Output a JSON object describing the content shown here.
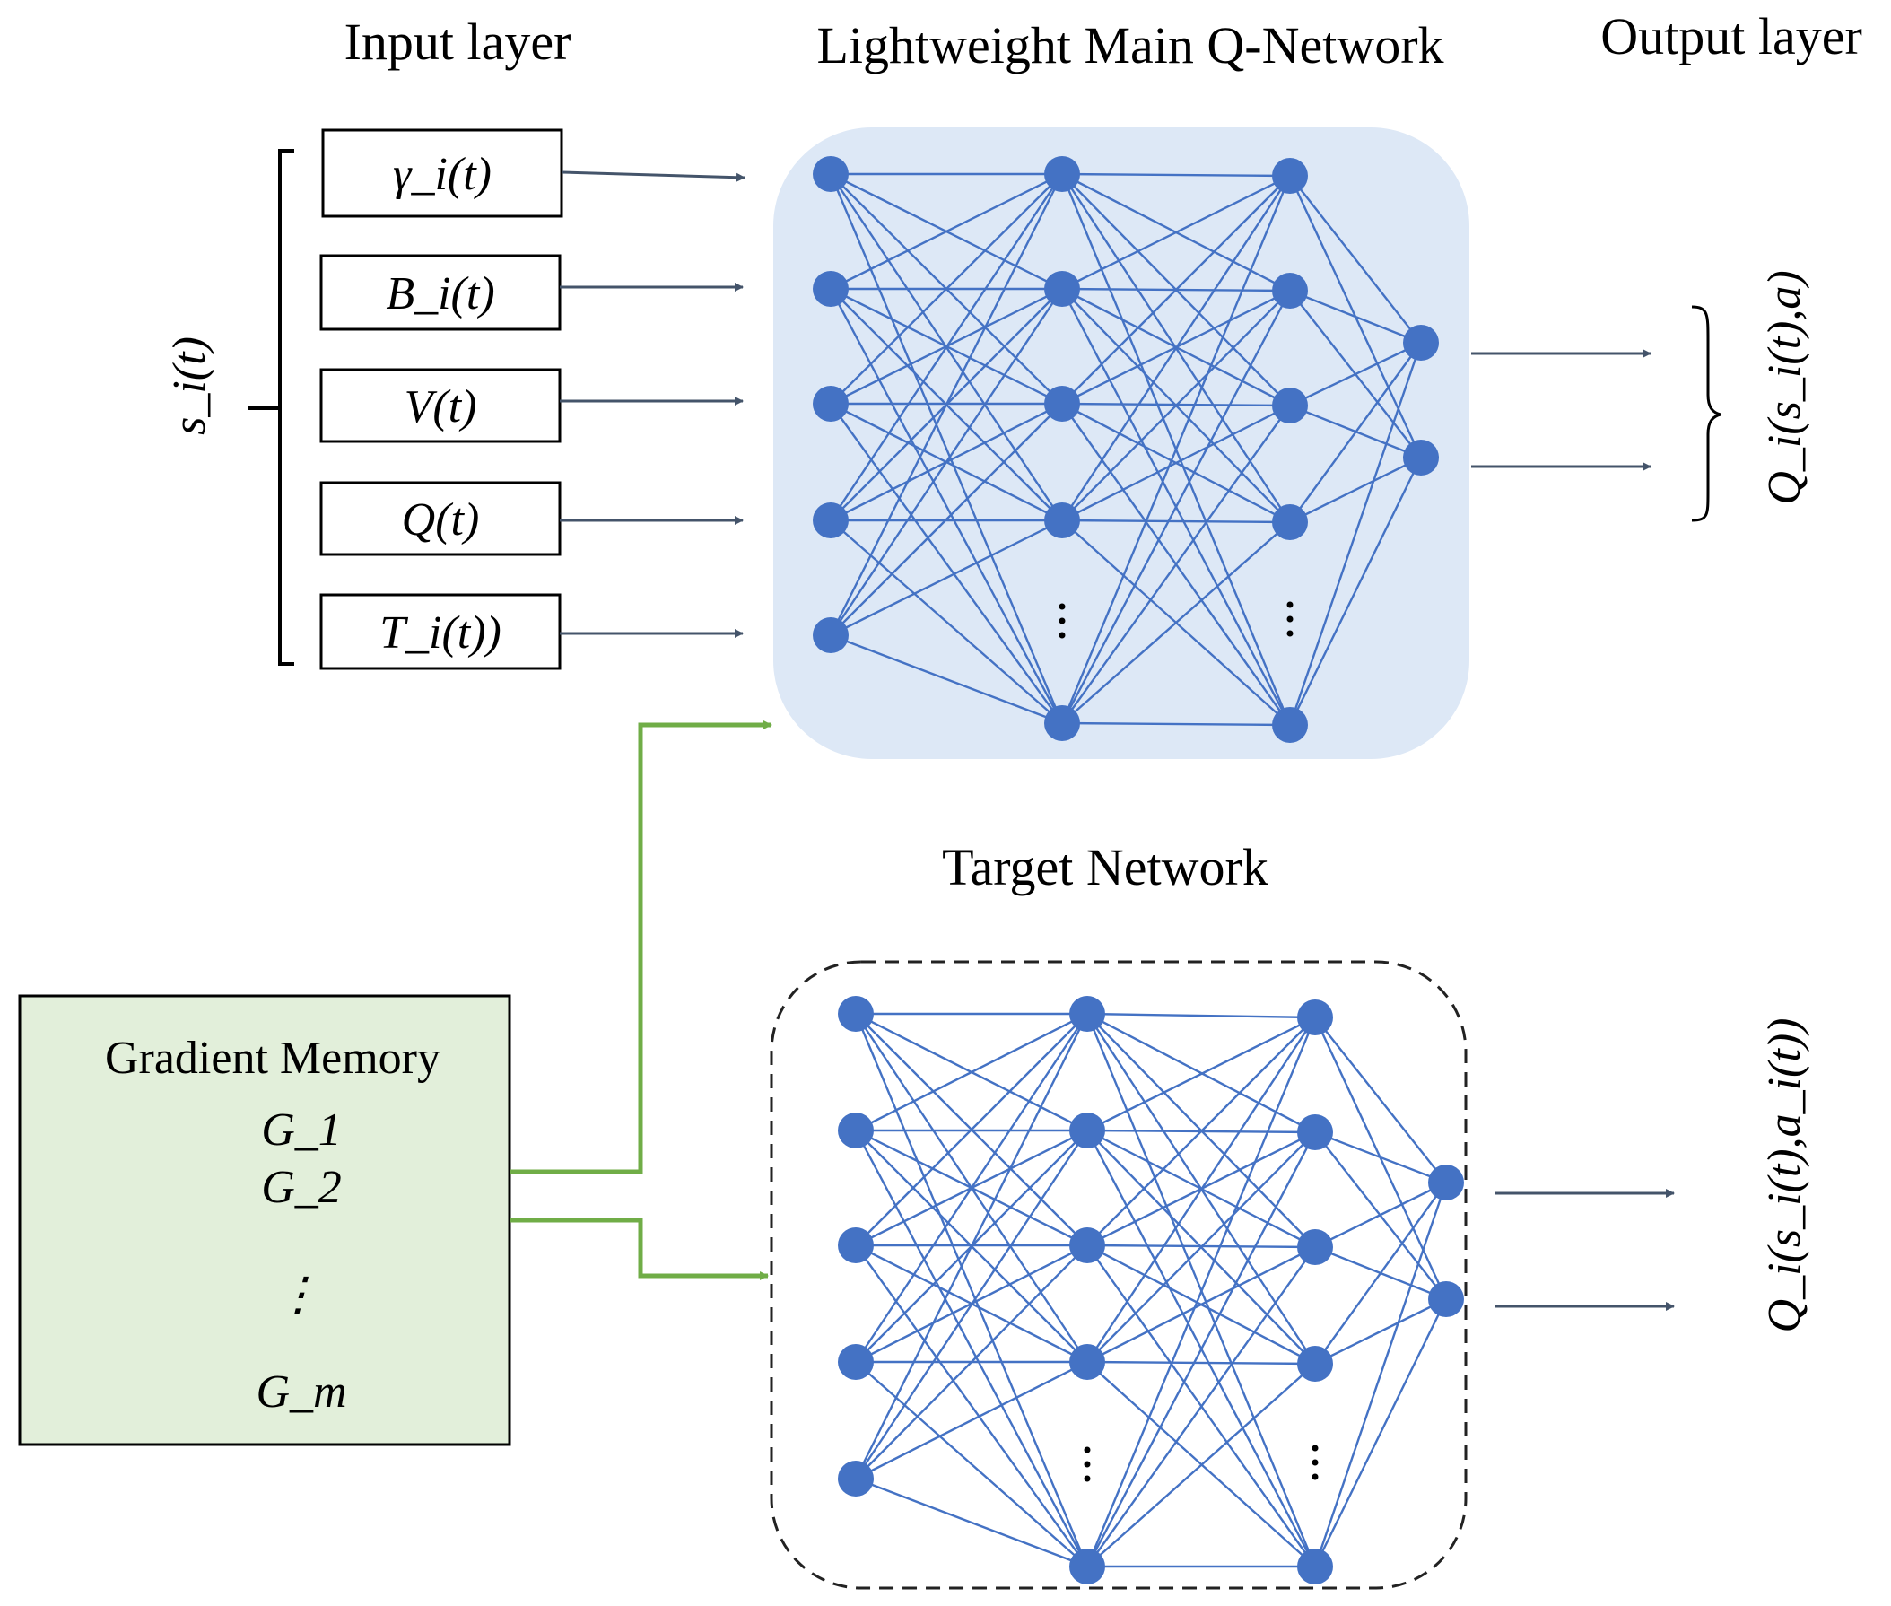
{
  "headings": {
    "input_layer": "Input layer",
    "main_network": "Lightweight Main Q-Network",
    "output_layer": "Output layer",
    "target_network": "Target Network"
  },
  "state_label": "s_i(t)",
  "inputs": [
    {
      "label": "γ_i(t)"
    },
    {
      "label": "B_i(t)"
    },
    {
      "label": "V(t)"
    },
    {
      "label": "Q(t)"
    },
    {
      "label": "T_i(t))"
    }
  ],
  "outputs": {
    "main": "Q_i(s_i(t),a)",
    "target": "Q_i(s_i(t),a_i(t))"
  },
  "gradient_memory": {
    "title": "Gradient Memory",
    "items": [
      "G_1",
      "G_2",
      "⋮",
      "G_m"
    ]
  },
  "colors": {
    "node": "#4472c4",
    "edge": "#4472c4",
    "main_panel": "#dde8f6",
    "gradient_panel": "#e2efda",
    "green_arrow": "#70ad47",
    "arrow": "#44546a"
  },
  "networks": {
    "layer_sizes": [
      5,
      5,
      5,
      2
    ],
    "hidden_layers_elided": true
  }
}
